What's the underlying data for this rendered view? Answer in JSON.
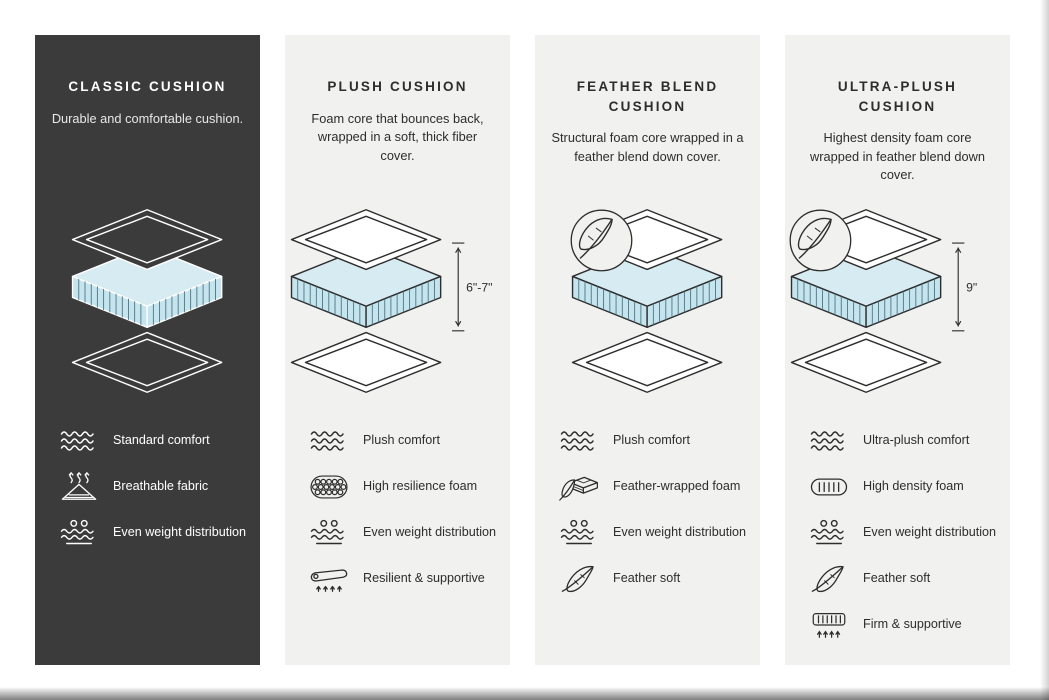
{
  "colors": {
    "dark_column_bg": "#3b3b3b",
    "light_column_bg": "#f1f1f0",
    "foam_fill_top": "#d7ebf2",
    "foam_fill_side": "#c6e4ee",
    "stroke_on_light": "#2e2e2e",
    "stroke_on_dark": "#ffffff"
  },
  "columns": [
    {
      "id": "classic",
      "theme": "dark",
      "title": "CLASSIC CUSHION",
      "description": "Durable and comfortable cushion.",
      "diagram": {
        "feather_badge_icon": false,
        "measurement": ""
      },
      "features": [
        {
          "icon": "waves-icon",
          "label": "Standard comfort"
        },
        {
          "icon": "breathable-fabric-icon",
          "label": "Breathable fabric"
        },
        {
          "icon": "even-weight-icon",
          "label": "Even weight distribution"
        }
      ]
    },
    {
      "id": "plush",
      "theme": "light",
      "title": "PLUSH CUSHION",
      "description": "Foam core that bounces back, wrapped in a soft, thick fiber cover.",
      "diagram": {
        "feather_badge_icon": false,
        "measurement": "6\"-7\""
      },
      "features": [
        {
          "icon": "waves-icon",
          "label": "Plush comfort"
        },
        {
          "icon": "foam-cells-icon",
          "label": "High resilience foam"
        },
        {
          "icon": "even-weight-icon",
          "label": "Even weight distribution"
        },
        {
          "icon": "resilient-icon",
          "label": "Resilient & supportive"
        }
      ]
    },
    {
      "id": "feather-blend",
      "theme": "light",
      "title": "FEATHER BLEND CUSHION",
      "description": "Structural foam core wrapped in a feather blend down cover.",
      "diagram": {
        "feather_badge_icon": true,
        "measurement": ""
      },
      "features": [
        {
          "icon": "waves-icon",
          "label": "Plush comfort"
        },
        {
          "icon": "feather-wrapped-foam-icon",
          "label": "Feather-wrapped foam"
        },
        {
          "icon": "even-weight-icon",
          "label": "Even weight distribution"
        },
        {
          "icon": "feather-icon",
          "label": "Feather soft"
        }
      ]
    },
    {
      "id": "ultra-plush",
      "theme": "light",
      "title": "ULTRA-PLUSH CUSHION",
      "description": "Highest density foam core wrapped in feather blend down cover.",
      "diagram": {
        "feather_badge_icon": true,
        "measurement": "9\""
      },
      "features": [
        {
          "icon": "waves-icon",
          "label": "Ultra-plush comfort"
        },
        {
          "icon": "high-density-foam-icon",
          "label": "High density foam"
        },
        {
          "icon": "even-weight-icon",
          "label": "Even weight distribution"
        },
        {
          "icon": "feather-icon",
          "label": "Feather soft"
        },
        {
          "icon": "firm-supportive-icon",
          "label": "Firm & supportive"
        }
      ]
    }
  ]
}
